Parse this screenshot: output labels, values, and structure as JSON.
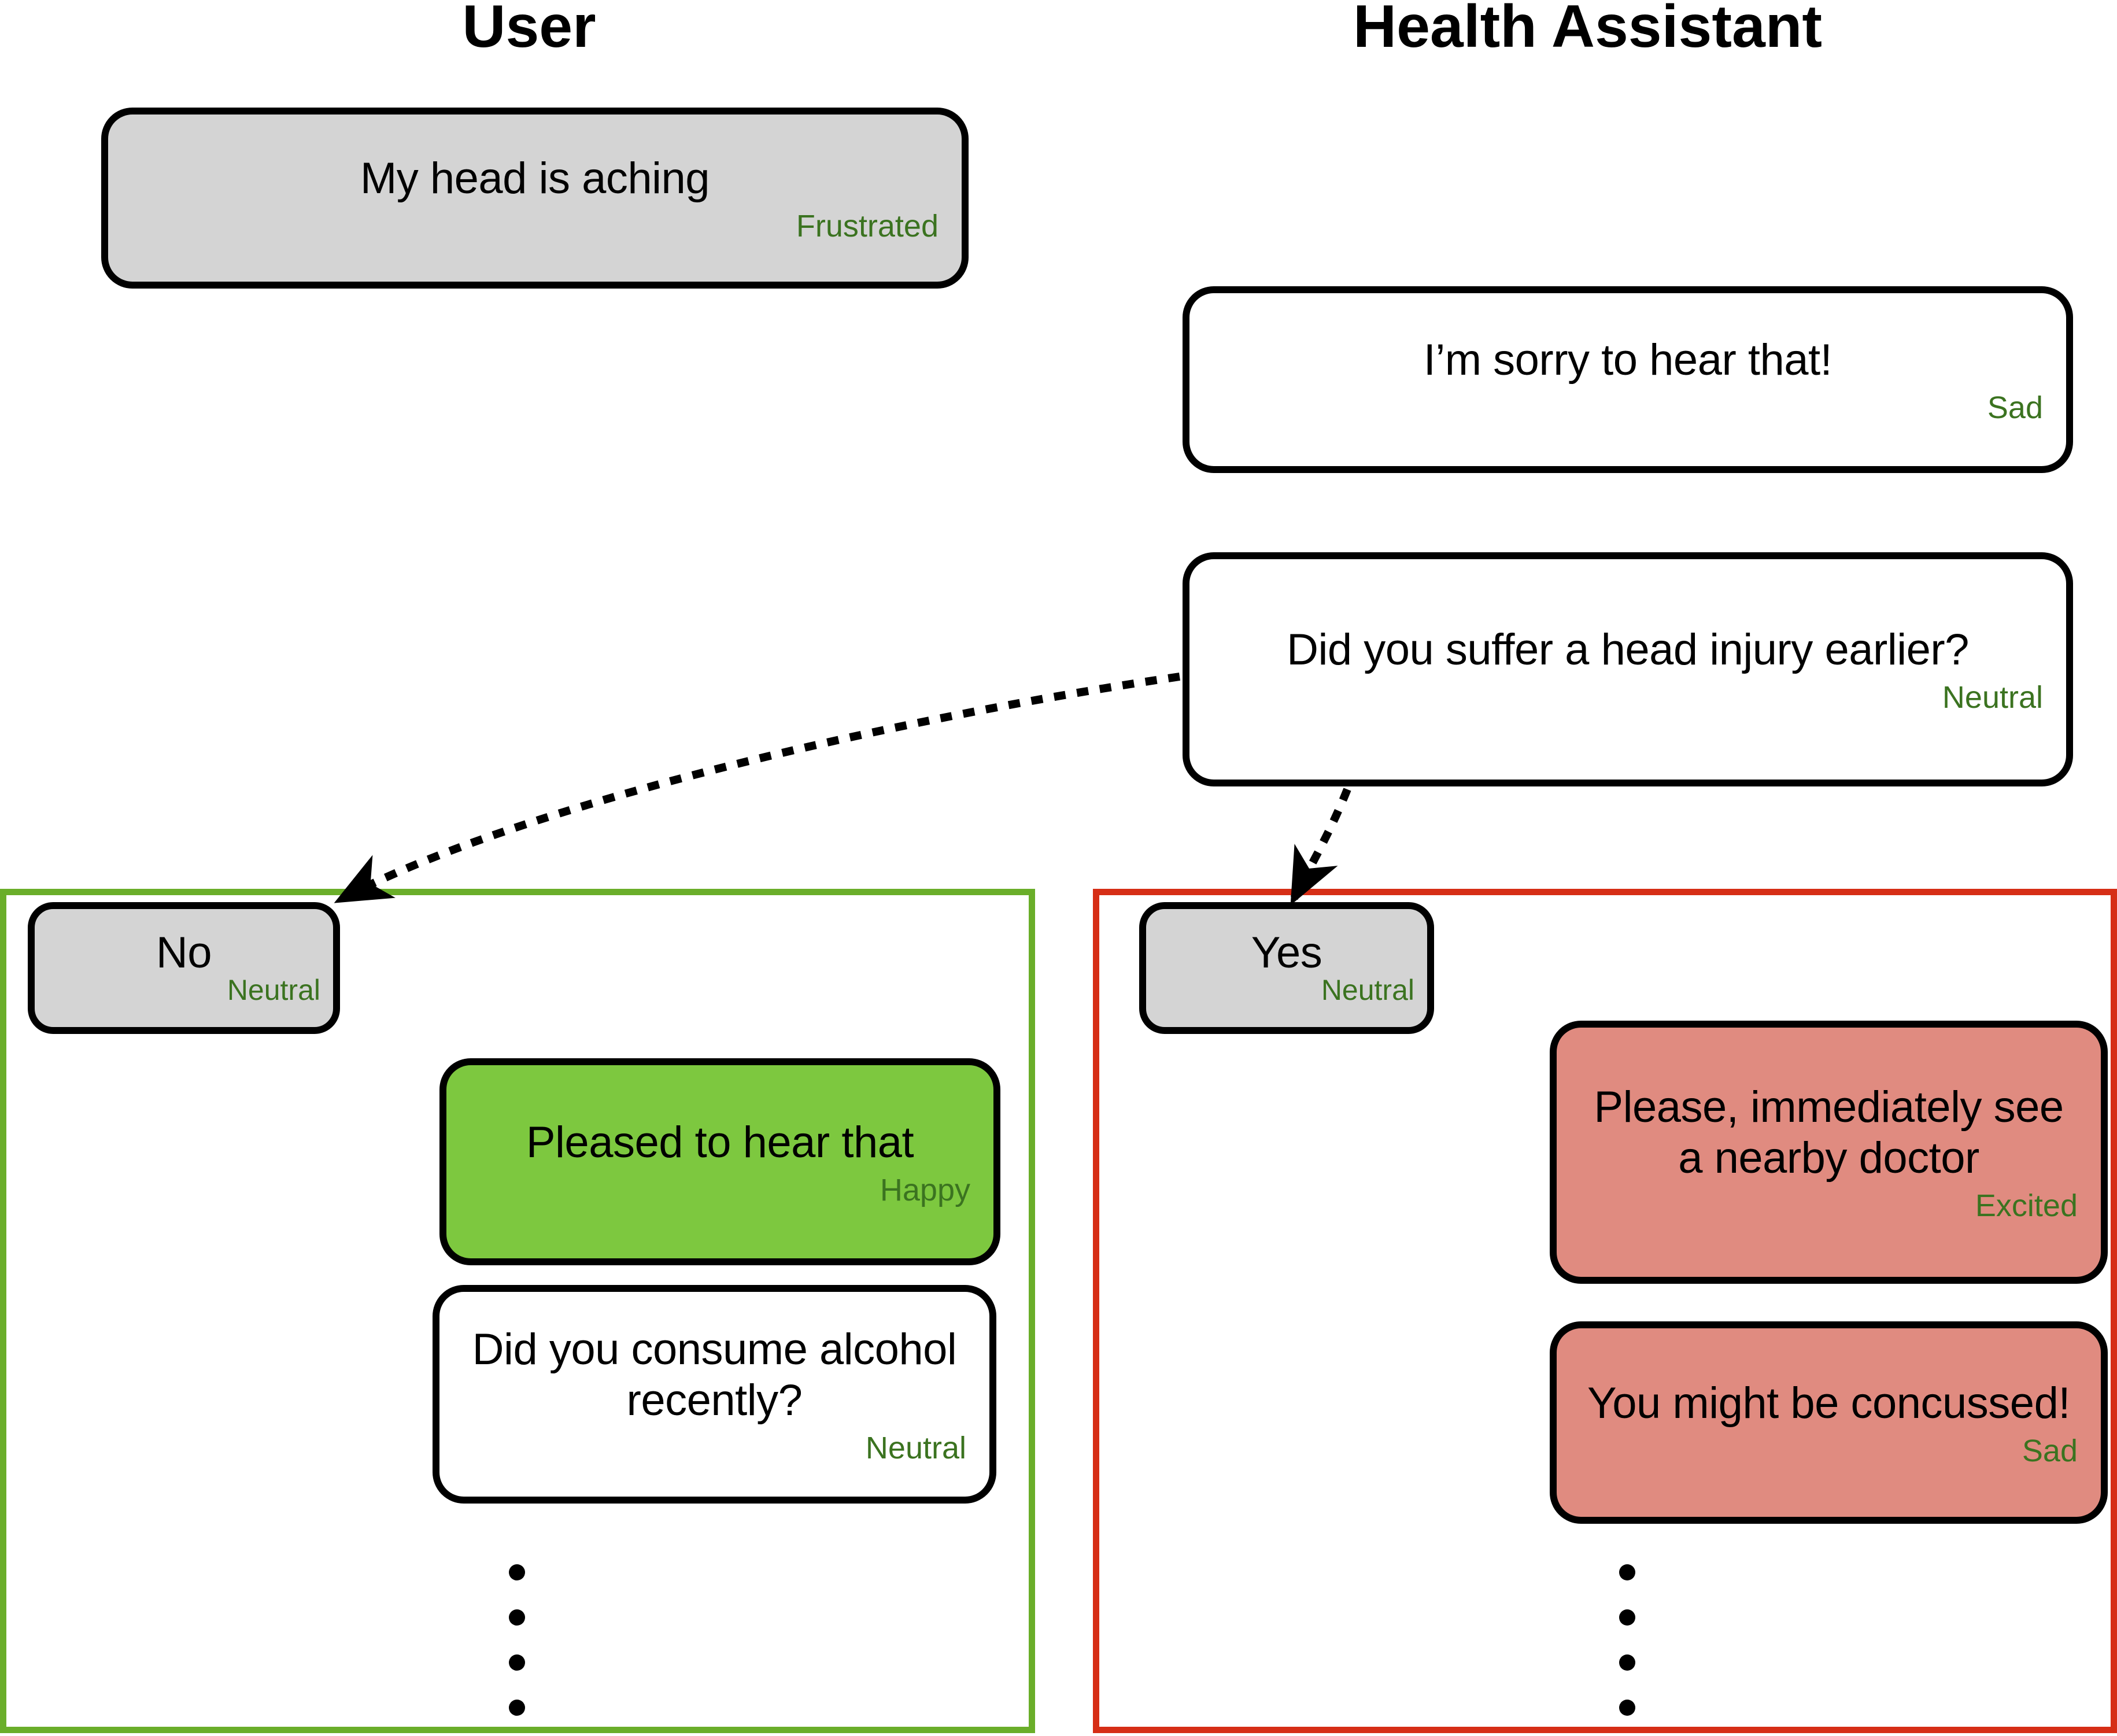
{
  "columns": {
    "user_title": "User",
    "assistant_title": "Health Assistant"
  },
  "colors": {
    "emotion_label": "#3B7320",
    "user_bubble_fill": "#D4D4D4",
    "assistant_bubble_fill": "#FFFFFF",
    "happy_bubble_fill": "#7DC83F",
    "alert_bubble_fill": "#E08B80",
    "no_branch_border": "#6AAE2A",
    "yes_branch_border": "#D62E16",
    "bubble_border": "#000000"
  },
  "messages": {
    "user_head_aching": {
      "text": "My head is aching",
      "emotion": "Frustrated"
    },
    "assistant_sorry": {
      "text": "I’m sorry to hear that!",
      "emotion": "Sad"
    },
    "assistant_head_injury": {
      "text": "Did you suffer a head injury earlier?",
      "emotion": "Neutral"
    },
    "user_no": {
      "text": "No",
      "emotion": "Neutral"
    },
    "user_yes": {
      "text": "Yes",
      "emotion": "Neutral"
    },
    "assistant_pleased": {
      "text": "Pleased to hear that",
      "emotion": "Happy"
    },
    "assistant_alcohol": {
      "text": "Did you consume alcohol recently?",
      "emotion": "Neutral"
    },
    "assistant_see_doctor": {
      "text": "Please, immediately see a nearby doctor",
      "emotion": "Excited"
    },
    "assistant_concussed": {
      "text": "You might be concussed!",
      "emotion": "Sad"
    }
  },
  "ellipsis": {
    "dot_count": 4,
    "label": "conversation-continues"
  },
  "arrows": [
    {
      "name": "branch-arrow-no",
      "from": "assistant_head_injury",
      "to": "user_no",
      "style": "dotted"
    },
    {
      "name": "branch-arrow-yes",
      "from": "assistant_head_injury",
      "to": "user_yes",
      "style": "dotted"
    }
  ]
}
